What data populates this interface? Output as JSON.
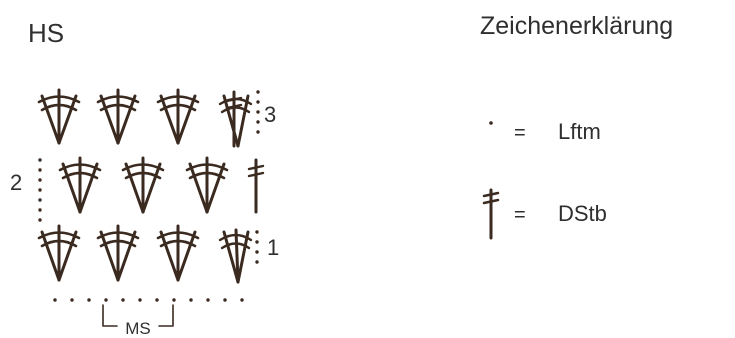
{
  "title": "HS",
  "legend": {
    "title": "Zeichenerklärung",
    "items": [
      {
        "symbol": "lftm-dot-icon",
        "eq": "=",
        "label": "Lftm"
      },
      {
        "symbol": "dstb-icon",
        "eq": "=",
        "label": "DStb"
      }
    ]
  },
  "rows": [
    {
      "number": "1",
      "side": "right"
    },
    {
      "number": "2",
      "side": "left"
    },
    {
      "number": "3",
      "side": "right"
    }
  ],
  "repeat_label": "MS",
  "colors": {
    "ink": "#3a2a20",
    "text": "#2f2f2f",
    "background": "#ffffff"
  }
}
